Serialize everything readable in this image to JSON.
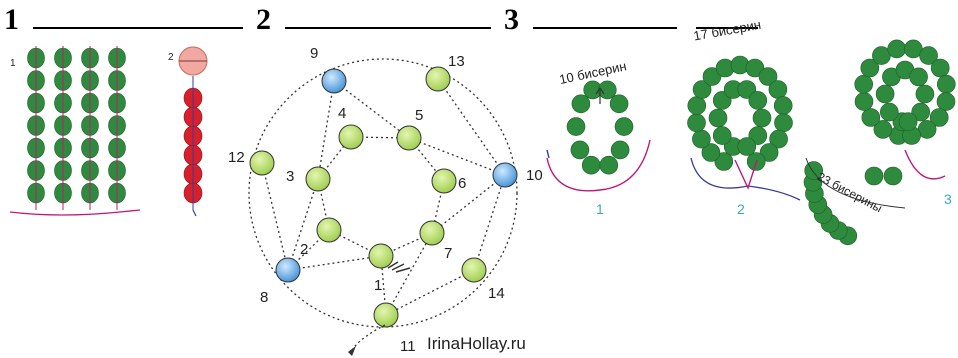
{
  "heading": {
    "n1": "1",
    "n2": "2",
    "n3": "3"
  },
  "diagram1": {
    "panel_a": "1",
    "panel_b": "2"
  },
  "diagram2": {
    "labels": [
      "1",
      "2",
      "3",
      "4",
      "5",
      "6",
      "7",
      "8",
      "9",
      "10",
      "11",
      "12",
      "13",
      "14"
    ],
    "watermark": "IrinaHollay.ru"
  },
  "diagram3": {
    "count1": "10 бисерин",
    "count2": "17 бисерин",
    "count3": "23 бисерины",
    "step1": "1",
    "step2": "2",
    "step3": "3"
  },
  "colors": {
    "green_bead": "#2e8b3e",
    "light_green_bead": "#b9e06a",
    "blue_bead": "#5aa7e6",
    "red_bead": "#d6202c",
    "pink_bead": "#f0a8a0",
    "thread": "#c0187a",
    "teal_label": "#3aa7c8"
  }
}
